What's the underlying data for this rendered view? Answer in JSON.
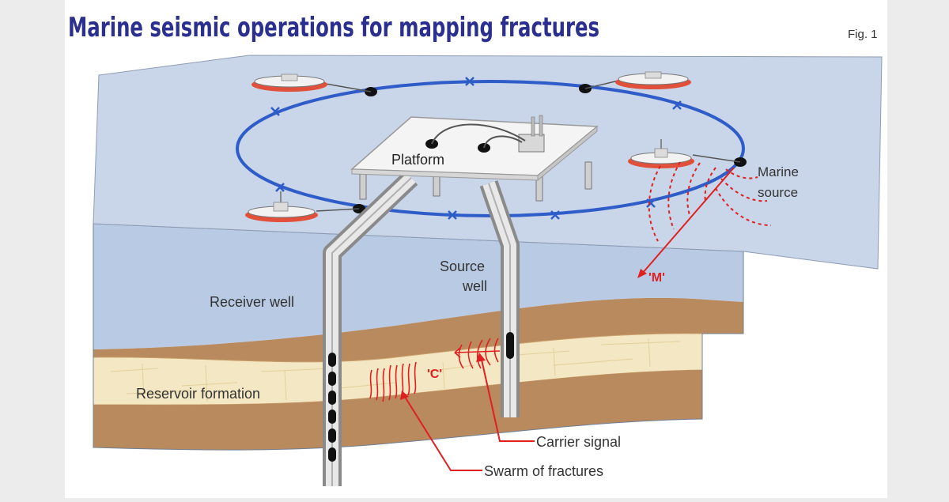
{
  "figure": {
    "title": "Marine seismic operations for mapping fractures",
    "fig_label": "Fig. 1"
  },
  "labels": {
    "platform": "Platform",
    "marine_source_line1": "Marine",
    "marine_source_line2": "source",
    "source_well_line1": "Source",
    "source_well_line2": "well",
    "receiver_well": "Receiver well",
    "reservoir_formation": "Reservoir formation",
    "carrier_signal": "Carrier signal",
    "swarm_of_fractures": "Swarm of fractures",
    "marker_m": "'M'",
    "marker_c": "'C'"
  },
  "colors": {
    "title": "#2b2f8f",
    "sea_surface": "#c9d5e8",
    "water_side": "#b9cbe4",
    "sediment": "#b98a5e",
    "reservoir": "#f3e7c4",
    "ring": "#2e5cc8",
    "signal": "#e02020",
    "vessel_hull": "#e0503a"
  }
}
